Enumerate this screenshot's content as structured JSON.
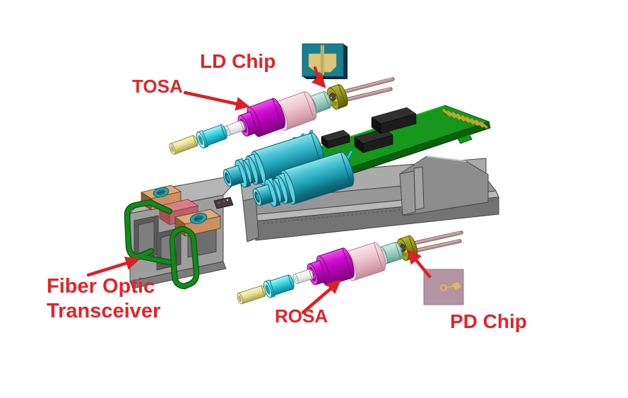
{
  "labels": {
    "ld_chip": "LD Chip",
    "tosa": "TOSA",
    "transceiver_line1": "Fiber Optic",
    "transceiver_line2": "Transceiver",
    "rosa": "ROSA",
    "pd_chip": "PD Chip"
  },
  "colors": {
    "background": "#ffffff",
    "label_red": "#e2242b",
    "arrow_red": "#dd1f26",
    "osa_magenta": "#c607c6",
    "sleeve_pink": "#f0cad3",
    "sleeve_cyan": "#40dbe6",
    "ferrule_yellow": "#ece79b",
    "pcb_green": "#16961b",
    "pcb_edge_green": "#0a5e0e",
    "barrel_teal": "#2fb3c6",
    "housing_gray": "#9a9a9a",
    "bail_green": "#15891c",
    "copper_tan": "#cb905f",
    "tocan_olive": "#90901a",
    "pin_rose": "#b89292",
    "ld_chip_teal": "#187f92",
    "pd_chip_mauve": "#b394a2",
    "chip_gold": "#d9b85e",
    "ic_black": "#1c1c1c"
  }
}
